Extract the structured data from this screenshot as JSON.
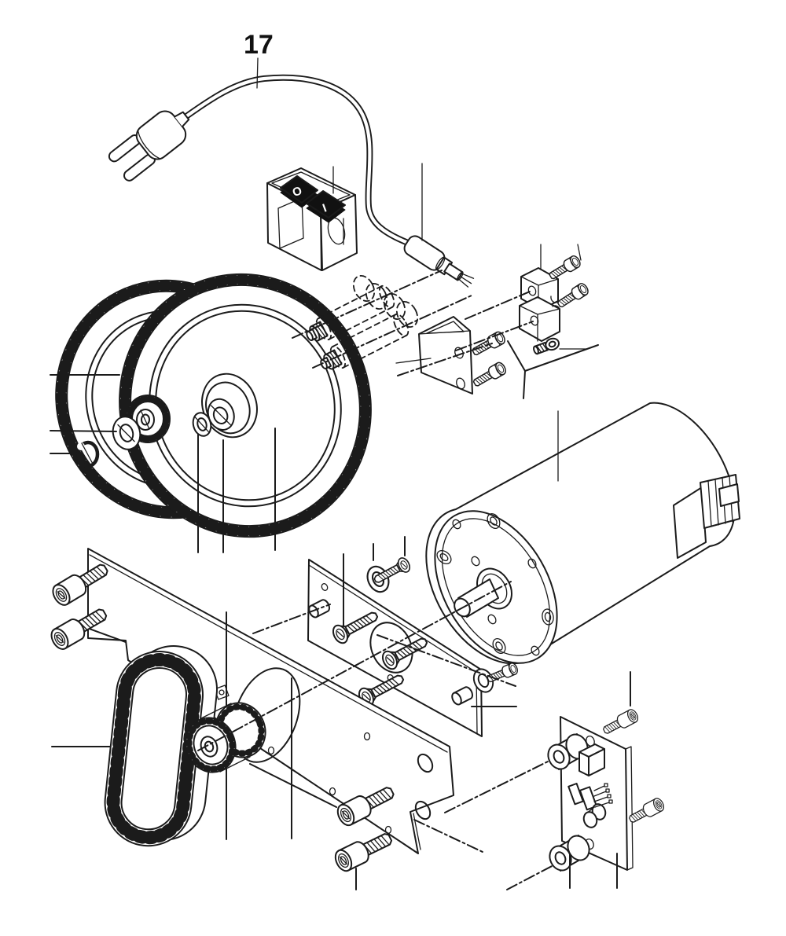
{
  "figure": {
    "type": "exploded-parts-diagram",
    "background_color": "#ffffff",
    "line_color": "#1b1b1b",
    "callout": {
      "label": "17",
      "points_to": "power-cord"
    },
    "switch_markings": {
      "off": "O",
      "on": "I"
    },
    "parts_depicted": [
      "power-cord-with-euro-plug",
      "rocker-power-switch",
      "cable-end-sleeve-with-wires",
      "suppressor-cylinders-phantom-outline",
      "cable-clamp-block",
      "clamp-screws",
      "mounting-bracket",
      "bracket-screws",
      "ring-terminal",
      "large-gear-rear",
      "large-gear-front",
      "pinion-gear",
      "gear-hub",
      "thrust-washer",
      "retaining-ring",
      "electric-motor",
      "motor-mount-plate",
      "countersunk-screws",
      "plate-washer-and-screw",
      "dowel-pins",
      "motor-flange-screw-and-washer",
      "gear-housing-plate",
      "square-nut",
      "timing-belt",
      "toothed-pulley",
      "socket-head-cap-screws",
      "circuit-board-assembly",
      "board-spacer-sleeves",
      "board-screws"
    ]
  }
}
